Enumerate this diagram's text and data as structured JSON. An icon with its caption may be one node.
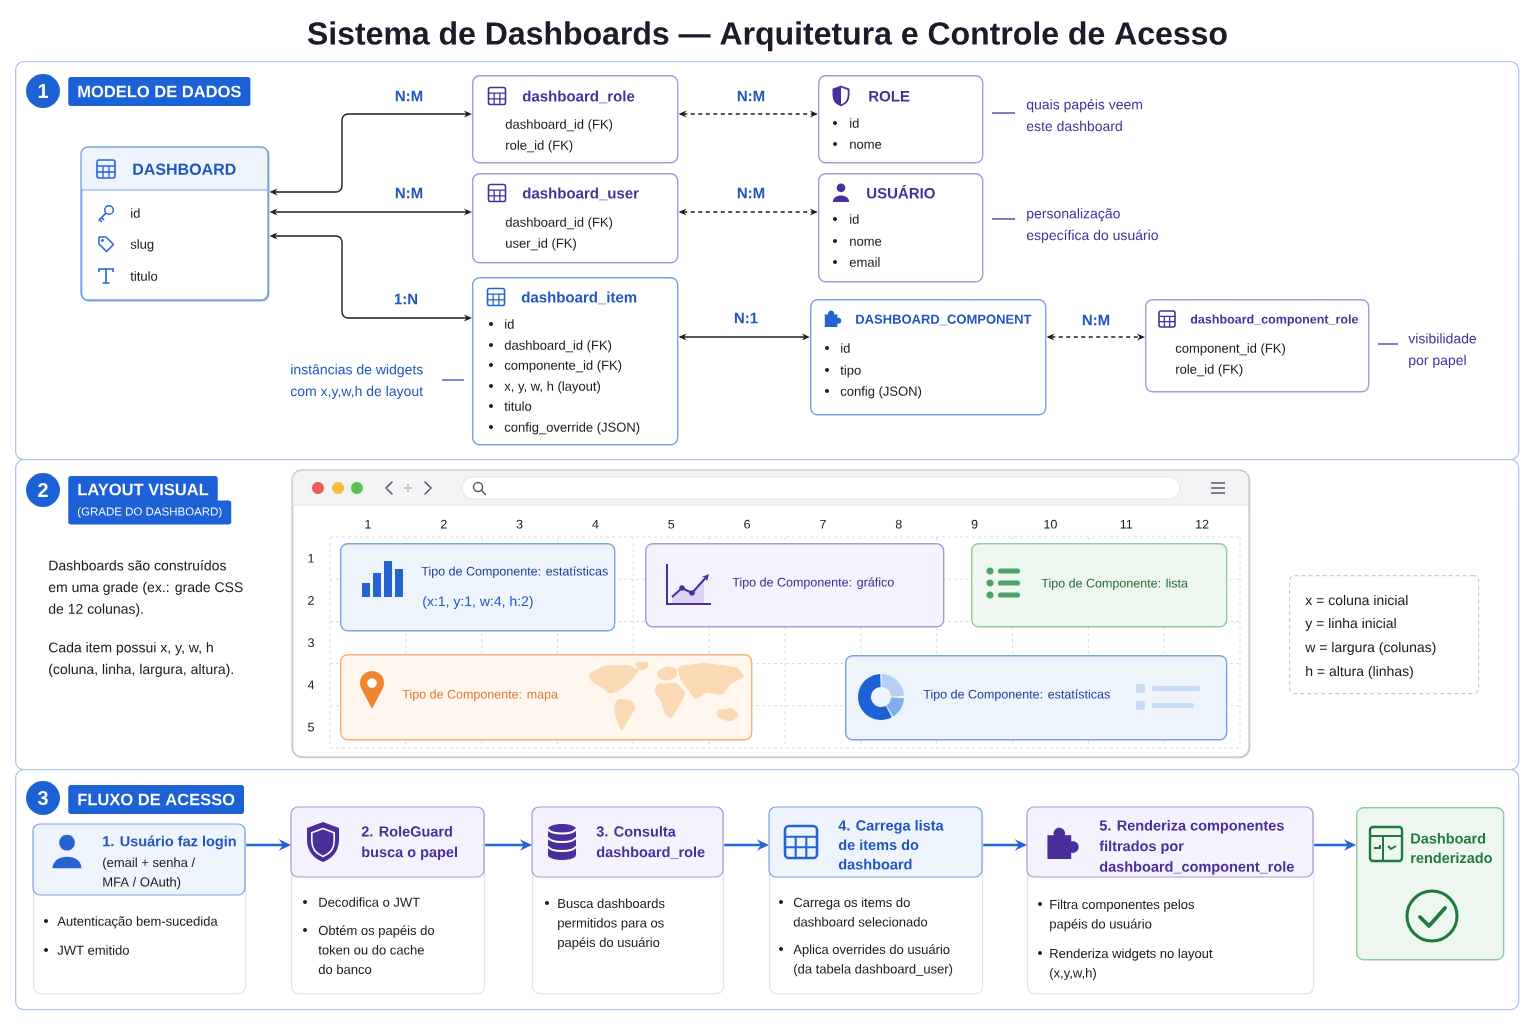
{
  "diagram": {
    "title": "Sistema de Dashboards — Arquitetura e Controle de Acesso",
    "nodes": [
      {
        "text": [
          "1",
          "MODELO DE DADOS"
        ]
      },
      {
        "text": [
          "DASHBOARD",
          "id",
          "slug",
          "titulo"
        ],
        "in": 0
      },
      {
        "text": [
          "dashboard_role",
          "dashboard_id (FK)",
          "role_id (FK)"
        ],
        "in": 0
      },
      {
        "text": [
          "ROLE",
          "id",
          "nome"
        ],
        "beside": [
          "quais papéis veem este dashboard"
        ],
        "in": 0
      },
      {
        "text": [
          "dashboard_user",
          "dashboard_id (FK)",
          "user_id (FK)"
        ],
        "in": 0
      },
      {
        "text": [
          "USUÁRIO",
          "id",
          "nome",
          "email"
        ],
        "beside": [
          "personalização específica do usuário"
        ],
        "in": 0
      },
      {
        "text": [
          "dashboard_item",
          "id",
          "dashboard_id (FK)",
          "componente_id (FK)",
          "x, y, w, h (layout)",
          "titulo",
          "config_override (JSON)"
        ],
        "beside": [
          "instâncias de widgets com x,y,w,h de layout"
        ],
        "in": 0
      },
      {
        "text": [
          "DASHBOARD_COMPONENT",
          "id",
          "tipo",
          "config (JSON)"
        ],
        "in": 0
      },
      {
        "text": [
          "dashboard_component_role",
          "component_id (FK)",
          "role_id (FK)"
        ],
        "beside": [
          "visibilidade por papel"
        ],
        "in": 0
      },
      {
        "text": [
          "2",
          "LAYOUT VISUAL",
          "(GRADE DO DASHBOARD)"
        ]
      },
      {
        "text": [],
        "shape": "box",
        "in": 9
      },
      {
        "text": [
          "Tipo de Componente: estatísticas",
          "(x:1, y:1, w:4, h:2)"
        ],
        "in": 10
      },
      {
        "text": [
          "Tipo de Componente: gráfico"
        ],
        "in": 10
      },
      {
        "text": [
          "Tipo de Componente: lista"
        ],
        "in": 10
      },
      {
        "text": [
          "Tipo de Componente: mapa"
        ],
        "in": 10
      },
      {
        "text": [
          "Tipo de Componente: estatísticas"
        ],
        "in": 10
      },
      {
        "text": [
          "x = coluna inicial",
          "y = linha inicial",
          "w = largura (colunas)",
          "h = altura (linhas)"
        ],
        "in": 9
      },
      {
        "text": [
          "3",
          "FLUXO DE ACESSO"
        ]
      },
      {
        "text": [
          "1. Usuário faz login",
          "(email + senha / MFA / OAuth)",
          "Autenticação bem-sucedida",
          "JWT emitido"
        ],
        "in": 17
      },
      {
        "text": [
          "2. RoleGuard busca o papel",
          "Decodifica o JWT",
          "Obtém os papéis do token ou do cache do banco"
        ],
        "in": 17
      },
      {
        "text": [
          "3. Consulta dashboard_role",
          "Busca dashboards permitidos para os papéis do usuário"
        ],
        "in": 17
      },
      {
        "text": [
          "4. Carrega lista de items do dashboard",
          "Carrega os items do dashboard selecionado",
          "Aplica overrides do usuário (da tabela dashboard_user)"
        ],
        "in": 17
      },
      {
        "text": [
          "5. Renderiza componentes filtrados por dashboard_component_role",
          "Filtra componentes pelos papéis do usuário",
          "Renderiza widgets no layout (x,y,w,h)"
        ],
        "in": 17
      },
      {
        "text": [
          "Dashboard renderizado"
        ],
        "in": 17
      }
    ],
    "edges": [
      {
        "from": 1,
        "to": 2,
        "arrow": "both",
        "label": "N:M"
      },
      {
        "from": 2,
        "to": 3,
        "arrow": "both",
        "label": "N:M",
        "style": "dashed"
      },
      {
        "from": 1,
        "to": 4,
        "arrow": "both",
        "label": "N:M"
      },
      {
        "from": 4,
        "to": 5,
        "arrow": "both",
        "label": "N:M",
        "style": "dashed"
      },
      {
        "from": 1,
        "to": 6,
        "arrow": "both",
        "label": "1:N"
      },
      {
        "from": 6,
        "to": 7,
        "arrow": "both",
        "label": "N:1"
      },
      {
        "from": 7,
        "to": 8,
        "arrow": "both",
        "label": "N:M",
        "style": "dashed"
      },
      {
        "from": 18,
        "to": 19,
        "arrow": "to",
        "color": "#1f66d8"
      },
      {
        "from": 19,
        "to": 20,
        "arrow": "to",
        "color": "#1f66d8"
      },
      {
        "from": 20,
        "to": 21,
        "arrow": "to",
        "color": "#1f66d8"
      },
      {
        "from": 21,
        "to": 22,
        "arrow": "to",
        "color": "#1f66d8"
      },
      {
        "from": 22,
        "to": 23,
        "arrow": "to",
        "color": "#1f66d8"
      }
    ],
    "labels": [
      "Dashboards são construídos em uma grade (ex.: grade CSS de 12 colunas).",
      "Cada item possui x, y, w, h (coluna, linha, largura, altura).",
      "1",
      "2",
      "3",
      "4",
      "5",
      "6",
      "7",
      "8",
      "9",
      "10",
      "11",
      "12",
      "1",
      "2",
      "3",
      "4",
      "5"
    ]
  }
}
